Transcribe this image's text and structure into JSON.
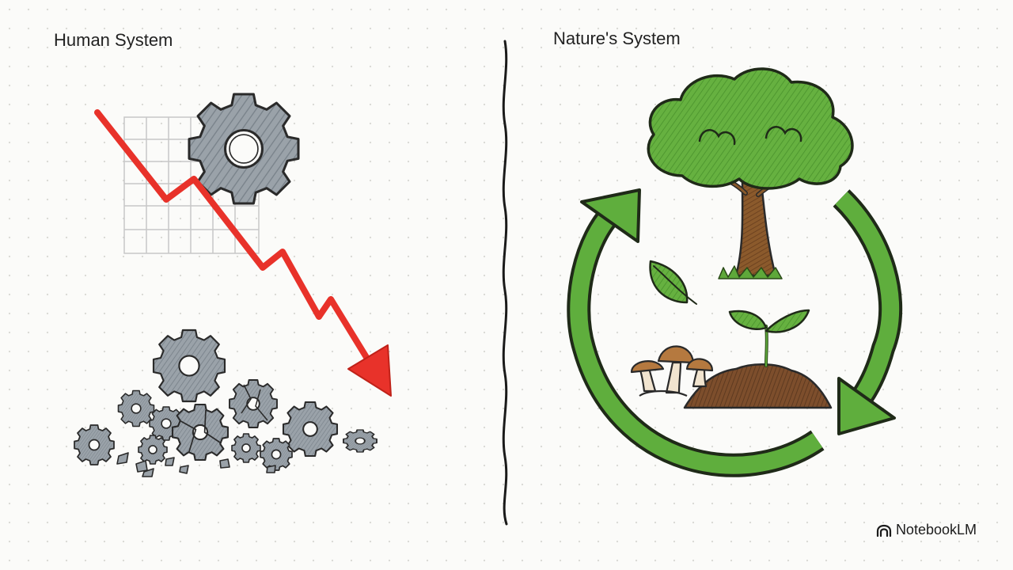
{
  "left_panel": {
    "title": "Human System"
  },
  "right_panel": {
    "title": "Nature's System"
  },
  "branding": {
    "name": "NotebookLM",
    "icon": "notebooklm-logo-icon"
  },
  "colors": {
    "background": "#fbfbf9",
    "arrow_red": "#e8322a",
    "gear_gray": "#8e979f",
    "cycle_green": "#5fae3d",
    "foliage_green": "#5ea83a",
    "trunk_brown": "#8a5a2b",
    "soil_brown": "#7a4b2a"
  }
}
